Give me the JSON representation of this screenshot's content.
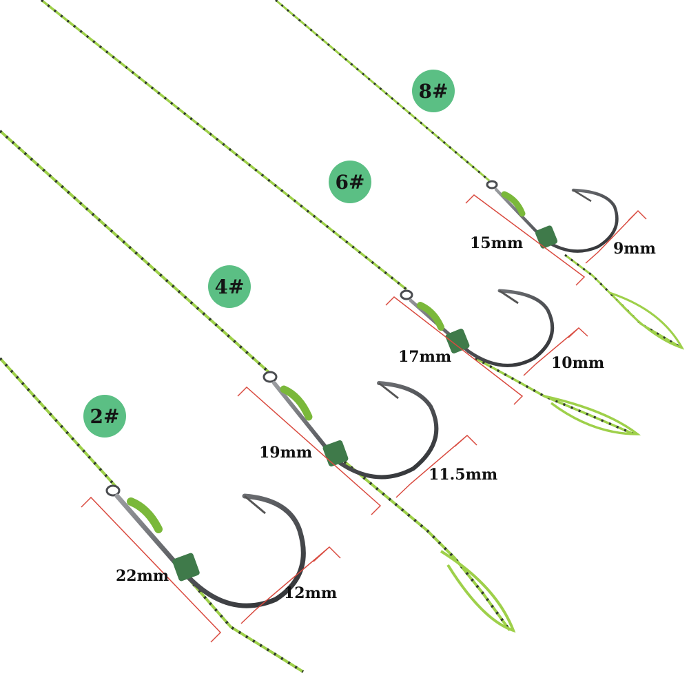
{
  "colors": {
    "background": "#ffffff",
    "badge": "#5bbf84",
    "line_green": "#9ed04a",
    "line_dark": "#2f3a2a",
    "dimension_line": "#d94a3f",
    "hook_metal": "#6a6c70",
    "sleeve": "#3f7a4a"
  },
  "hooks": [
    {
      "size": "2#",
      "shank_length": "22mm",
      "gap_width": "12mm"
    },
    {
      "size": "4#",
      "shank_length": "19mm",
      "gap_width": "11.5mm"
    },
    {
      "size": "6#",
      "shank_length": "17mm",
      "gap_width": "10mm"
    },
    {
      "size": "8#",
      "shank_length": "15mm",
      "gap_width": "9mm"
    }
  ]
}
